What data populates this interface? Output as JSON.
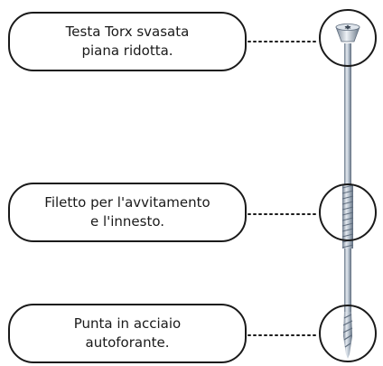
{
  "callouts": [
    {
      "id": "head",
      "line1": "Testa Torx svasata",
      "line2": "piana ridotta."
    },
    {
      "id": "thread",
      "line1": "Filetto per l'avvitamento",
      "line2": "e l'innesto."
    },
    {
      "id": "tip",
      "line1": "Punta in acciaio",
      "line2": "autoforante."
    }
  ],
  "colors": {
    "outline": "#1a1a1a",
    "screw_light": "#d6dde6",
    "screw_mid": "#9aa7b6",
    "screw_dark": "#5d6b7c"
  },
  "icons": [
    "torx-head-icon",
    "screw-thread-icon",
    "drill-tip-icon"
  ]
}
